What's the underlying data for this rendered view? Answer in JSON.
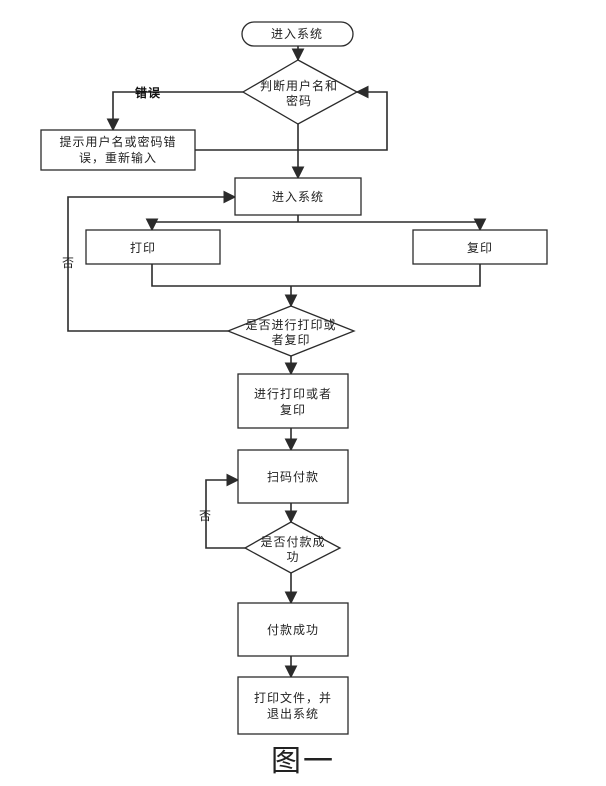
{
  "nodes": {
    "start": "进入系统",
    "check_user_1": "判断用户名和",
    "check_user_2": "密码",
    "prompt_error_1": "提示用户名或密码错",
    "prompt_error_2": "误，重新输入",
    "enter_system": "进入系统",
    "print": "打印",
    "copy": "复印",
    "decide_print_1": "是否进行打印或",
    "decide_print_2": "者复印",
    "do_print_1": "进行打印或者",
    "do_print_2": "复印",
    "scan_pay": "扫码付款",
    "decide_pay_1": "是否付款成",
    "decide_pay_2": "功",
    "pay_success": "付款成功",
    "print_exit_1": "打印文件，并",
    "print_exit_2": "退出系统"
  },
  "edge_labels": {
    "error": "错误",
    "no_print": "否",
    "no_pay": "否"
  },
  "caption": "图一"
}
